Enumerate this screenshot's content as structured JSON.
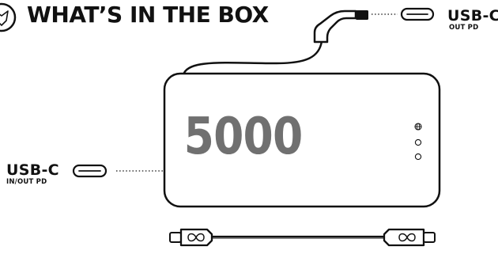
{
  "header": {
    "title": "WHAT’S IN THE BOX",
    "logo_icon": "fox-head-logo-icon"
  },
  "ports": {
    "output": {
      "name": "USB-C",
      "detail": "OUT PD",
      "icon": "usb-c-port-icon"
    },
    "input_output": {
      "name": "USB-C",
      "detail": "IN/OUT PD",
      "icon": "usb-c-port-icon"
    }
  },
  "power_bank": {
    "capacity_label": "5000",
    "indicator_icons": [
      "globe-icon",
      "circle-outline-icon",
      "circle-outline-icon"
    ],
    "cable_icon": "attached-usb-c-cable-icon"
  },
  "included_cable": {
    "icon": "usb-c-to-usb-c-cable-icon",
    "end_logo_icon": "infinity-logo-icon"
  },
  "colors": {
    "line": "#111111",
    "capacity_text": "#707070",
    "background": "#ffffff"
  }
}
